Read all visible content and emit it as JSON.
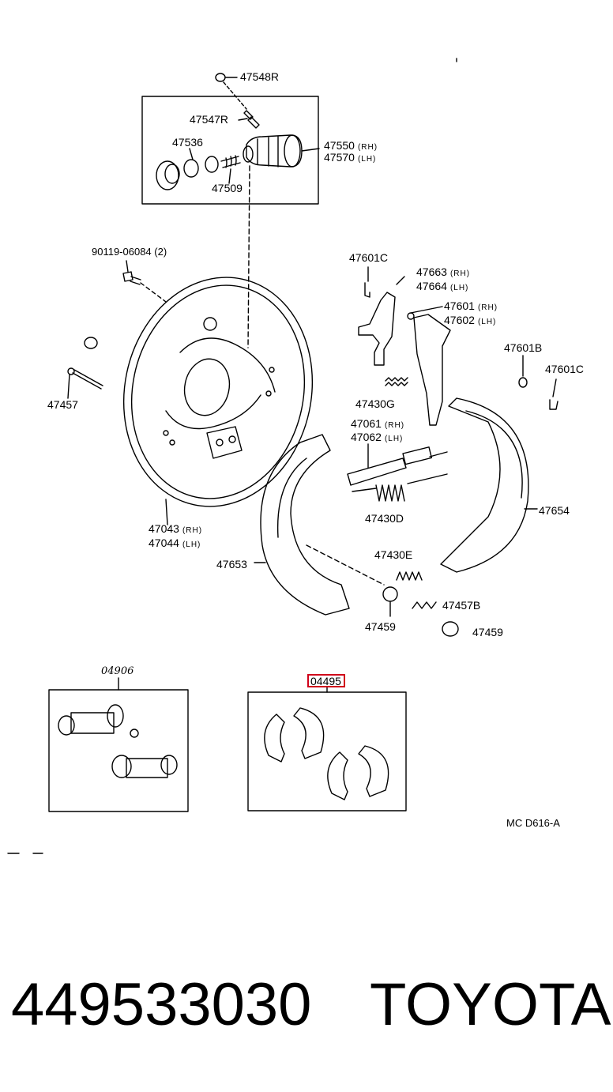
{
  "labels": {
    "p47548R": "47548R",
    "p47547R": "47547R",
    "p47536": "47536",
    "p47509": "47509",
    "p47550": "47550",
    "p47570": "47570",
    "p90119": "90119-06084 (2)",
    "p47601C_a": "47601C",
    "p47663": "47663",
    "p47664": "47664",
    "p47601": "47601",
    "p47602": "47602",
    "p47601B": "47601B",
    "p47601C_b": "47601C",
    "p47457": "47457",
    "p47430G": "47430G",
    "p47061": "47061",
    "p47062": "47062",
    "p47430D": "47430D",
    "p47654": "47654",
    "p47043": "47043",
    "p47044": "47044",
    "p47653": "47653",
    "p47430E": "47430E",
    "p47457B": "47457B",
    "p47459_a": "47459",
    "p47459_b": "47459"
  },
  "sides": {
    "rh": "(RH)",
    "lh": "(LH)"
  },
  "kits": {
    "wheel_cylinder_kit": "04906",
    "shoe_kit": "04495"
  },
  "diagram_ref": "MC  D616-A",
  "part_number": "449533030",
  "brand": "TOYOTA",
  "colors": {
    "highlight": "#d0021b",
    "ink": "#000000"
  }
}
